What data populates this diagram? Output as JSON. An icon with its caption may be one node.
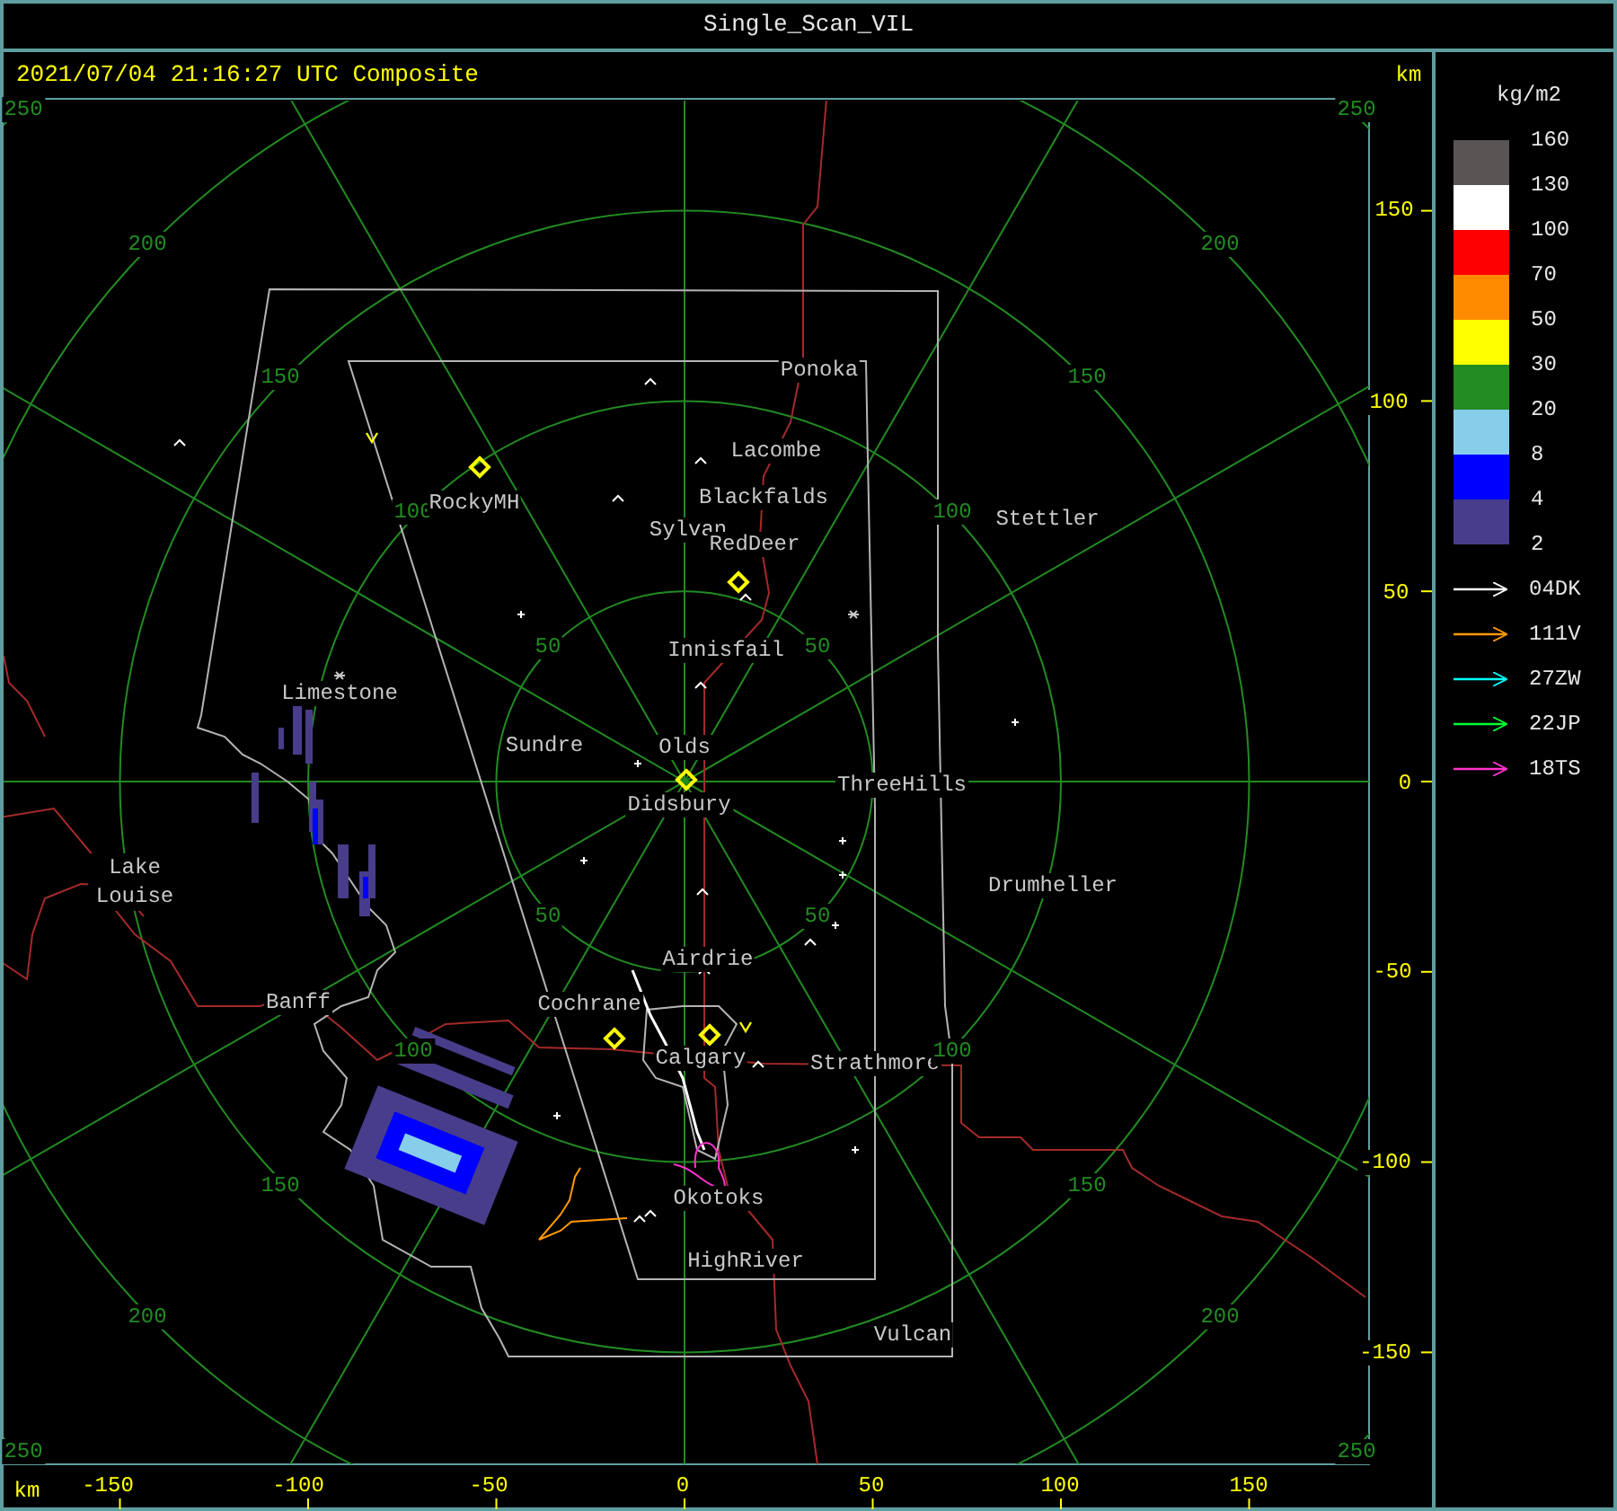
{
  "diagram": {
    "title": "Single_Scan_VIL",
    "labels": [
      "2021/07/04 21:16:27 UTC Composite",
      "km",
      "kg/m2",
      "250",
      "250",
      "150",
      "200",
      "200",
      "150",
      "Ponoka",
      "150",
      "100",
      "Lacombe",
      "100",
      "RockyMH",
      "Blackfalds",
      "100",
      "Stettler",
      "Sylvan",
      "RedDeer",
      "50",
      "50",
      "Innisfail",
      "50",
      "Limestone",
      "Sundre",
      "Olds",
      "ThreeHills",
      "0",
      "Didsbury",
      "Lake Louise",
      "Drumheller",
      "50",
      "50",
      "Airdrie",
      "-50",
      "Banff",
      "Cochrane",
      "100",
      "Calgary",
      "Strathmore",
      "100",
      "-100",
      "150",
      "Okotoks",
      "150",
      "HighRiver",
      "200",
      "Vulcan",
      "200",
      "-150",
      "250",
      "250",
      "km",
      "-150",
      "-100",
      "-50",
      "0",
      "50",
      "100",
      "150",
      "2"
    ],
    "legend": [
      {
        "text": "160",
        "color": "#5a5555"
      },
      {
        "text": "130",
        "color": "#ffffff"
      },
      {
        "text": "100",
        "color": "#ff0000"
      },
      {
        "text": "70",
        "color": "#ff8c00"
      },
      {
        "text": "50",
        "color": "#ffff00"
      },
      {
        "text": "30",
        "color": "#228b22"
      },
      {
        "text": "20",
        "color": "#87ceeb"
      },
      {
        "text": "8",
        "color": "#0000ff"
      },
      {
        "text": "4",
        "color": "#483d8b"
      },
      {
        "text": "04DK"
      },
      {
        "text": "111V"
      },
      {
        "text": "27ZW"
      },
      {
        "text": "22JP"
      },
      {
        "text": "18TS"
      }
    ]
  }
}
